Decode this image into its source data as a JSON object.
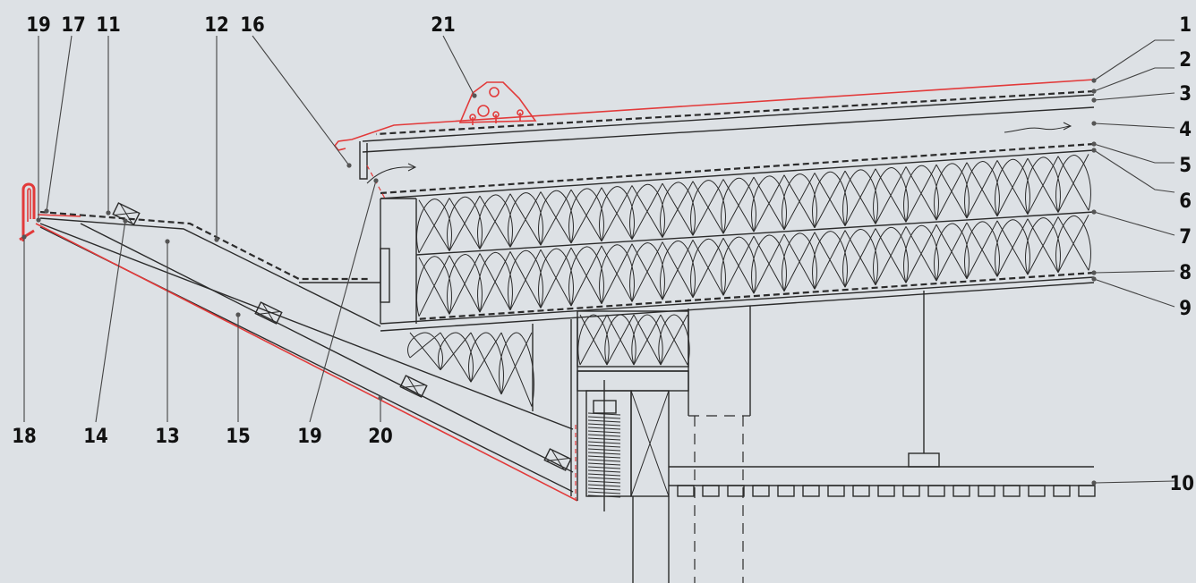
{
  "labels": {
    "top_row": [
      "19",
      "17",
      "11",
      "12",
      "16",
      "21"
    ],
    "right_column": [
      "1",
      "2",
      "3",
      "4",
      "5",
      "6",
      "7",
      "8",
      "9",
      "10"
    ],
    "bottom_row": [
      "18",
      "14",
      "13",
      "15",
      "19",
      "20"
    ]
  },
  "colors": {
    "background": "#dde1e5",
    "line": "#2b2b2b",
    "highlight": "#e23a3a"
  },
  "icons": [
    "airflow-arrow",
    "snow-guard-bracket"
  ]
}
